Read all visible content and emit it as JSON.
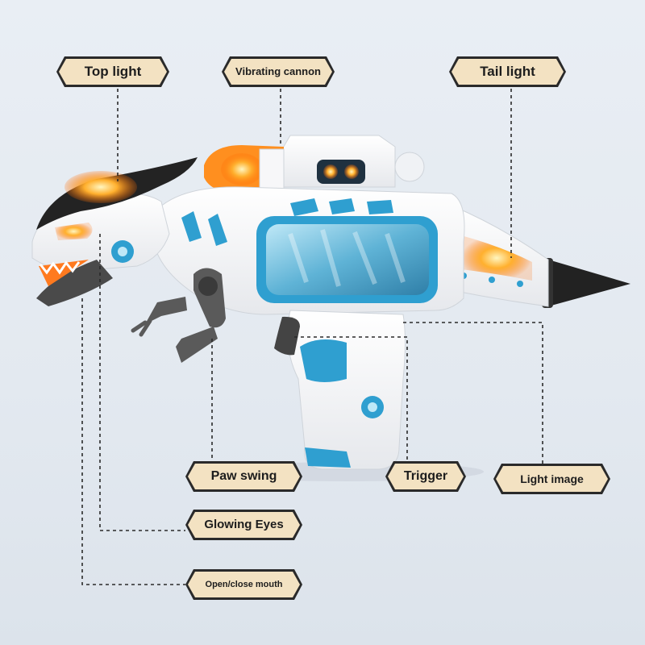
{
  "labels": {
    "top_light": "Top light",
    "vibrating_cannon": "Vibrating cannon",
    "tail_light": "Tail light",
    "paw_swing": "Paw swing",
    "trigger": "Trigger",
    "light_image": "Light image",
    "glowing_eyes": "Glowing Eyes",
    "open_close_mouth": "Open/close mouth"
  },
  "colors": {
    "body": "#f7f7f9",
    "accent_blue": "#2f9fd0",
    "glow_orange": "#ff9a2a",
    "dark_grey": "#4a4a4a",
    "label_fill": "#f3e2c2",
    "label_border": "#2a2a2a"
  }
}
